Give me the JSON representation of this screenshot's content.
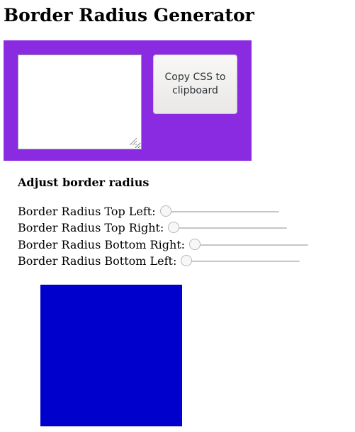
{
  "page": {
    "title": "Border Radius Generator"
  },
  "output_panel": {
    "background_color": "#8a2be2",
    "css_output_value": "",
    "copy_button_label": "Copy CSS to clipboard"
  },
  "controls": {
    "heading": "Adjust border radius",
    "sliders": [
      {
        "label": "Border Radius Top Left:",
        "value": 0
      },
      {
        "label": "Border Radius Top Right:",
        "value": 0
      },
      {
        "label": "Border Radius Bottom Right:",
        "value": 0
      },
      {
        "label": "Border Radius Bottom Left:",
        "value": 0
      }
    ]
  },
  "preview": {
    "color": "#0000cd"
  }
}
